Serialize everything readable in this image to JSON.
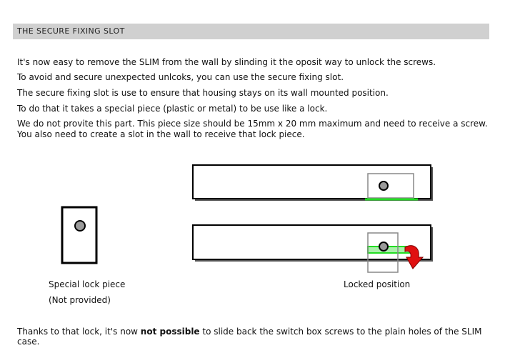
{
  "section": {
    "title": "THE SECURE FIXING SLOT"
  },
  "paragraphs": [
    "It's now easy to remove the SLIM from the wall by slinding it the oposit way to unlock the screws.",
    "To avoid and secure unexpected unlcoks, you can use the secure fixing slot.",
    "The secure fixing slot is use to ensure that housing stays on its wall mounted position.",
    "To do that it takes a special piece (plastic or metal)  to be use  like a lock.",
    "We do not provite this part. This piece size should be 15mm x 20 mm maximum and need to receive a screw. You also need to create  a slot in the wall to receive that lock piece."
  ],
  "captions": {
    "lock_piece_line1": "Special lock piece",
    "lock_piece_line2": "(Not provided)",
    "locked_position": "Locked position"
  },
  "footer": {
    "before": "Thanks to that lock, it's now ",
    "bold": "not possible",
    "after": " to slide back the switch box screws to the plain holes of the SLIM case."
  },
  "colors": {
    "header_bg": "#d0d0d0",
    "green_slot": "#22dd22",
    "arrow_red": "#e01010",
    "screw_gray": "#9a9a9a"
  }
}
